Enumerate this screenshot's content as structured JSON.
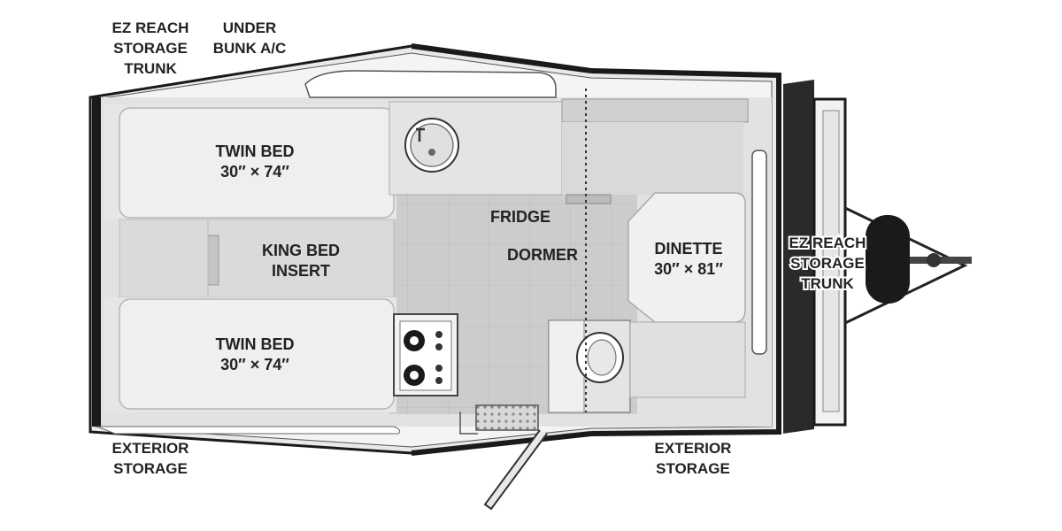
{
  "labels": {
    "ez_reach_top": [
      "EZ REACH",
      "STORAGE",
      "TRUNK"
    ],
    "under_bunk_ac": [
      "UNDER",
      "BUNK A/C"
    ],
    "twin_bed_top": [
      "TWIN BED",
      "30″ × 74″"
    ],
    "king_bed_insert": [
      "KING BED",
      "INSERT"
    ],
    "twin_bed_bottom": [
      "TWIN BED",
      "30″ × 74″"
    ],
    "fridge": "FRIDGE",
    "dormer": "DORMER",
    "dinette": [
      "DINETTE",
      "30″ × 81″"
    ],
    "ez_reach_front": [
      "EZ REACH",
      "STORAGE",
      "TRUNK"
    ],
    "exterior_storage_left": [
      "EXTERIOR",
      "STORAGE"
    ],
    "exterior_storage_right": [
      "EXTERIOR",
      "STORAGE"
    ]
  },
  "colors": {
    "wall": "#1a1a1a",
    "floor": "#cfcfcf",
    "bed": "#e8e8e8",
    "counter": "#dcdcdc",
    "label": "#222222"
  }
}
